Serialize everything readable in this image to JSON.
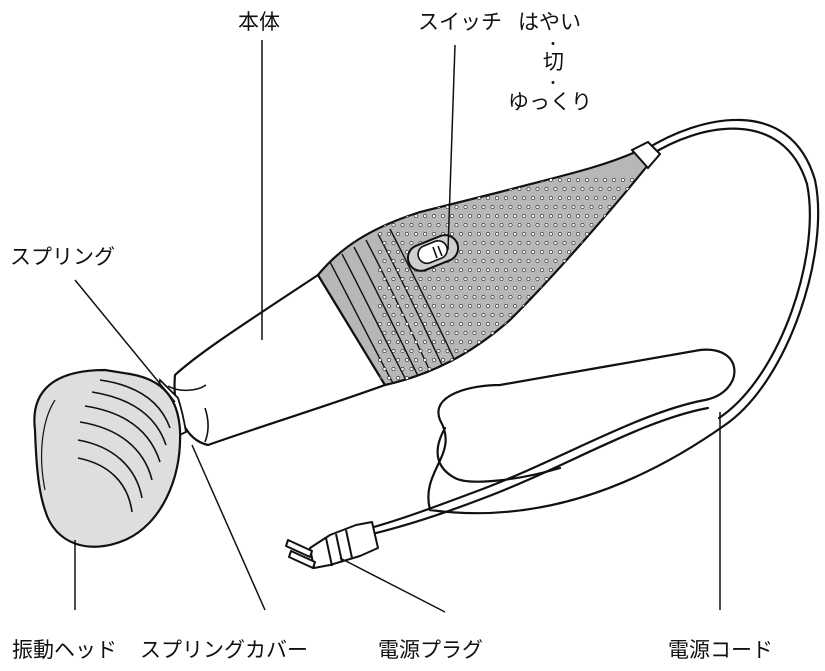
{
  "labels": {
    "body": "本体",
    "switch": "スイッチ",
    "speed_fast": "はやい",
    "speed_off": "切",
    "speed_slow": "ゆっくり",
    "separator": "・",
    "spring": "スプリング",
    "head": "振動ヘッド",
    "spring_cover": "スプリングカバー",
    "plug": "電源プラグ",
    "cord": "電源コード"
  },
  "colors": {
    "line": "#111111",
    "grip": "#b7b7b7",
    "head": "#dedede",
    "body": "#ffffff"
  }
}
